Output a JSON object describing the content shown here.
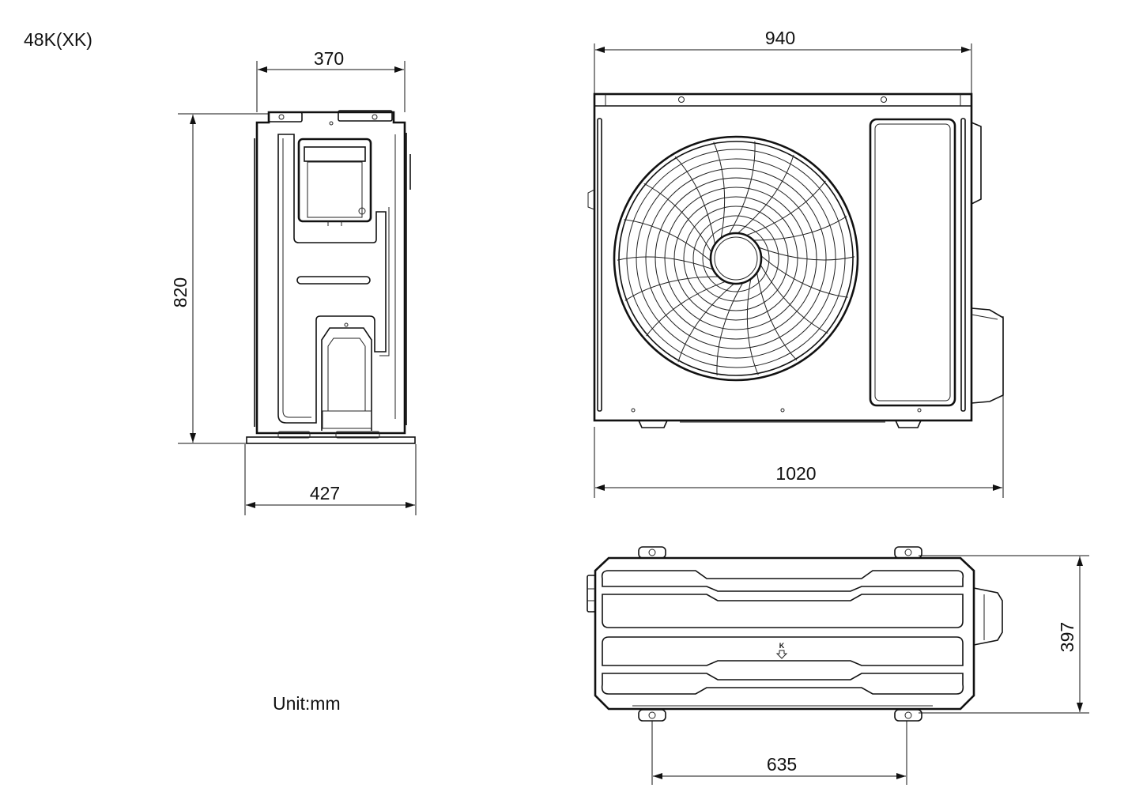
{
  "model_label": "48K(XK)",
  "unit_label": "Unit:mm",
  "dimensions": {
    "side_top_width": "370",
    "side_height": "820",
    "side_base_width": "427",
    "front_top_width": "940",
    "front_overall_width": "1020",
    "top_depth": "397",
    "top_foot_spacing": "635"
  },
  "top_view_marker": "K",
  "colors": {
    "line": "#111111",
    "background": "#ffffff"
  }
}
